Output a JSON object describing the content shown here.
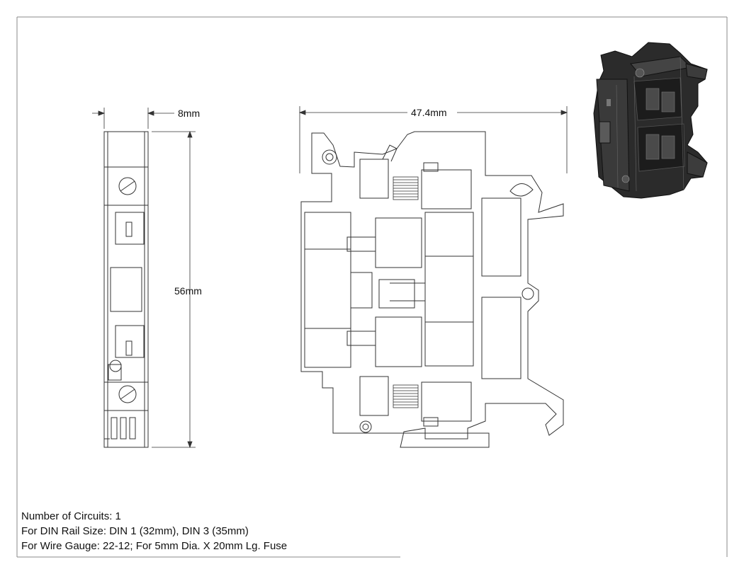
{
  "dimensions": {
    "side_width": "8mm",
    "height": "56mm",
    "front_width": "47.4mm"
  },
  "notes": [
    "Number of Circuits: 1",
    "For DIN Rail Size: DIN 1 (32mm), DIN 3 (35mm)",
    "For Wire Gauge: 22-12; For 5mm Dia. X 20mm Lg. Fuse"
  ],
  "colors": {
    "line": "#333333",
    "frame": "#8a8a8a",
    "iso_body": "#2b2b2b",
    "iso_shadow": "#141414"
  }
}
